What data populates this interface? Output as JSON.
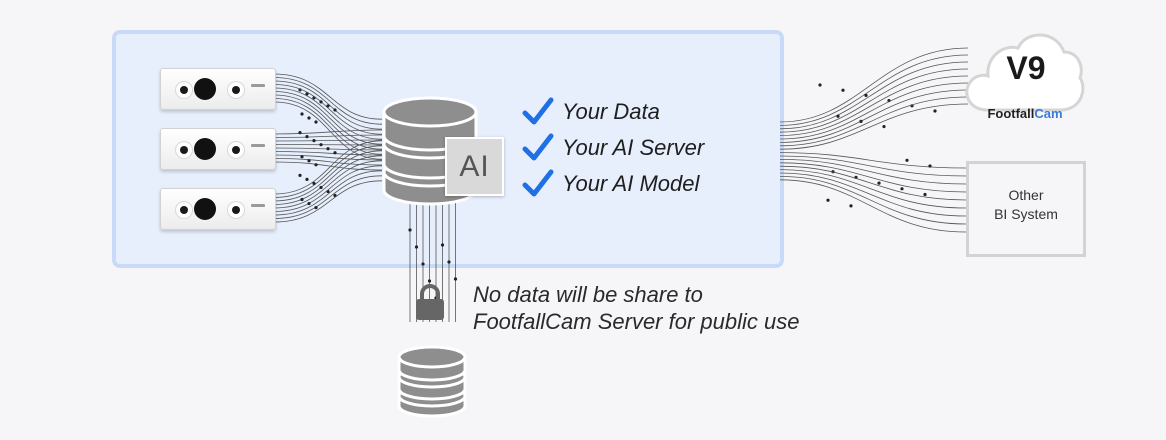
{
  "checklist": [
    {
      "label": "Your Data"
    },
    {
      "label": "Your AI Server"
    },
    {
      "label": "Your AI Model"
    }
  ],
  "ai_badge": "AI",
  "cloud": {
    "title": "V9",
    "brand_prefix": "Footfall",
    "brand_suffix": "Cam"
  },
  "other_bi": {
    "line1": "Other",
    "line2": "BI System"
  },
  "privacy_note": {
    "line1": "No data will be share to",
    "line2": "FootfallCam Server for public use"
  },
  "colors": {
    "check": "#1f6fe5",
    "panel_fill": "#e7effd",
    "panel_border": "#c9daf8",
    "brand_accent": "#3a7bd5",
    "database": "#8e8e8e",
    "lock": "#666666"
  },
  "icons": [
    "camera-icon",
    "database-icon",
    "lock-icon",
    "cloud-icon",
    "check-icon"
  ]
}
